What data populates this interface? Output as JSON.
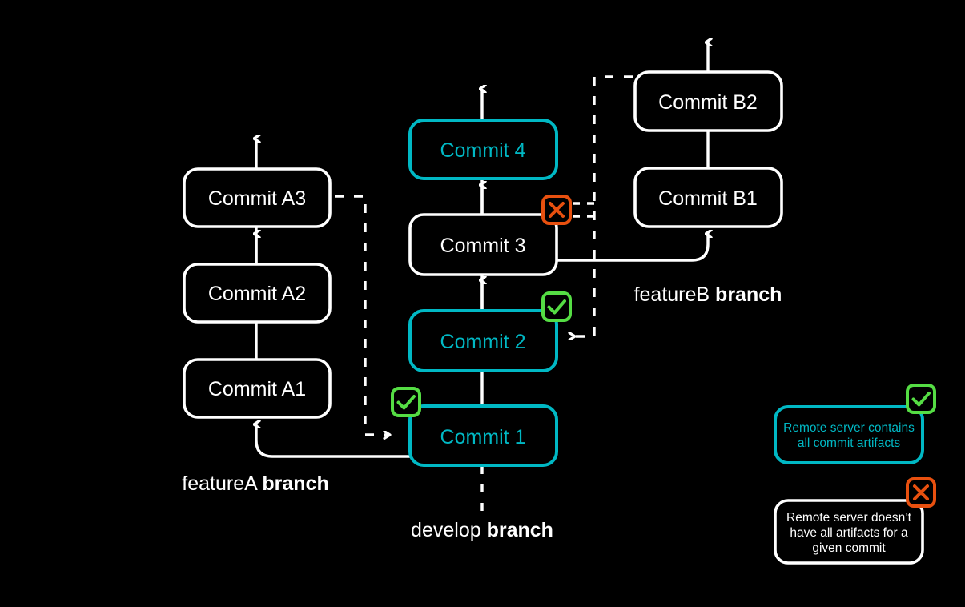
{
  "theme": {
    "background": "#000000",
    "white": "#ffffff",
    "teal": "#00b8c4",
    "green": "#55dd44",
    "orange": "#e8500f"
  },
  "diagram": {
    "title": "git branching and remote artifact availability diagram",
    "nodes": [
      {
        "id": "commitA3",
        "label": "Commit A3",
        "color": "white",
        "column": "featureA"
      },
      {
        "id": "commitA2",
        "label": "Commit A2",
        "color": "white",
        "column": "featureA"
      },
      {
        "id": "commitA1",
        "label": "Commit A1",
        "color": "white",
        "column": "featureA"
      },
      {
        "id": "commit4",
        "label": "Commit 4",
        "color": "teal",
        "column": "develop"
      },
      {
        "id": "commit3",
        "label": "Commit 3",
        "color": "white",
        "column": "develop"
      },
      {
        "id": "commit2",
        "label": "Commit 2",
        "color": "teal",
        "column": "develop"
      },
      {
        "id": "commit1",
        "label": "Commit 1",
        "color": "teal",
        "column": "develop"
      },
      {
        "id": "commitB2",
        "label": "Commit B2",
        "color": "white",
        "column": "featureB"
      },
      {
        "id": "commitB1",
        "label": "Commit B1",
        "color": "white",
        "column": "featureB"
      }
    ],
    "badges": [
      {
        "id": "badge-commit1",
        "kind": "check",
        "attached_to": "commit1"
      },
      {
        "id": "badge-commit2",
        "kind": "check",
        "attached_to": "commit2"
      },
      {
        "id": "badge-commit3",
        "kind": "cross",
        "attached_to": "commit3"
      }
    ],
    "branch_labels": [
      {
        "id": "featureA",
        "name": "featureA",
        "suffix": "branch"
      },
      {
        "id": "featureB",
        "name": "featureB",
        "suffix": "branch"
      },
      {
        "id": "develop",
        "name": "develop",
        "suffix": "branch"
      }
    ]
  },
  "legend": {
    "items": [
      {
        "id": "legend-ok",
        "badge": "check",
        "color": "teal",
        "lines": [
          "Remote server contains",
          "all commit artifacts"
        ]
      },
      {
        "id": "legend-missing",
        "badge": "cross",
        "color": "white",
        "lines": [
          "Remote server doesn’t",
          "have all artifacts for a",
          "given commit"
        ]
      }
    ]
  }
}
